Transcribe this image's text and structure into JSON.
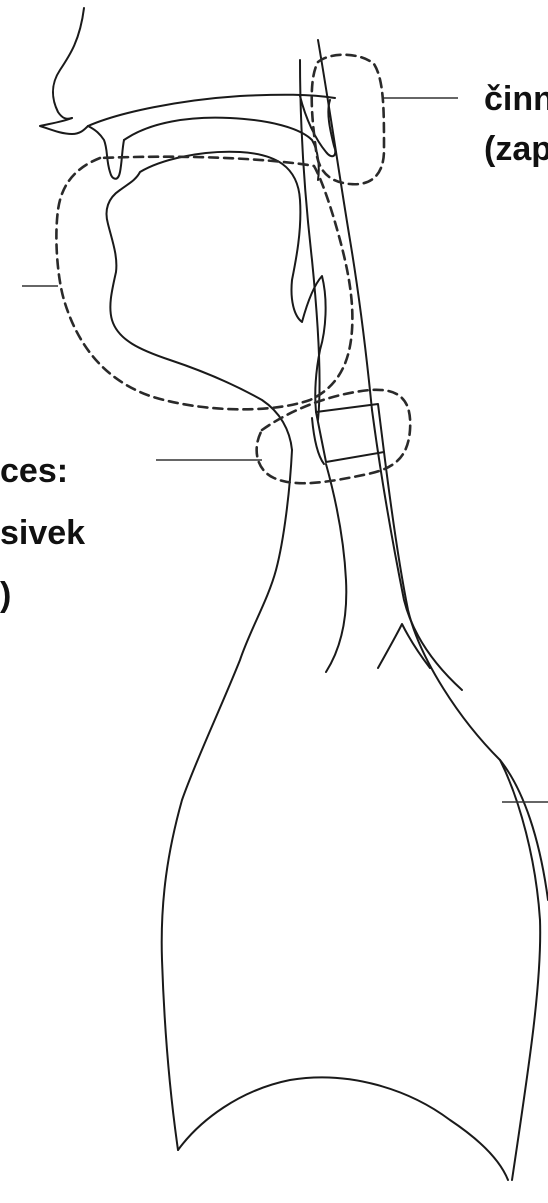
{
  "labels": {
    "top_right": {
      "line1": "činn",
      "line2": "(zap"
    },
    "left_middle": {
      "line1": "ces:",
      "line2": "sivek",
      "line3": ")"
    }
  },
  "colors": {
    "line": "#1a1a1a",
    "background": "#ffffff"
  }
}
